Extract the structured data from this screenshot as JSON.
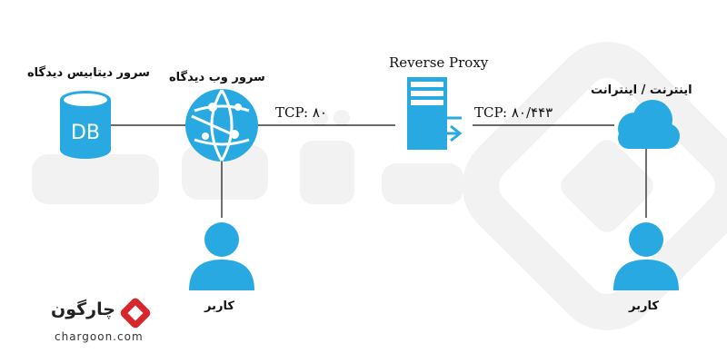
{
  "labels": {
    "db_server": "سرور دیتابیس دیدگاه",
    "db_text": "DB",
    "web_server": "سرور وب دیدگاه",
    "reverse_proxy": "Reverse Proxy",
    "tcp_left": "TCP: ۸۰",
    "tcp_right": "TCP: ۸۰/۴۴۳",
    "internet": "اینترنت / اینترانت",
    "user_left": "کاربر",
    "user_right": "کاربر"
  },
  "brand": {
    "name": "چارگون",
    "site": "chargoon.com"
  },
  "colors": {
    "accent": "#29a9e1",
    "watermark": "#f2f2f2",
    "line": "#111111",
    "brand_red": "#d7272d"
  },
  "icons": {
    "db": "database-icon",
    "web": "globe-network-icon",
    "proxy": "server-arrows-icon",
    "cloud": "cloud-icon",
    "user": "user-icon",
    "logo": "chargoon-logo"
  }
}
